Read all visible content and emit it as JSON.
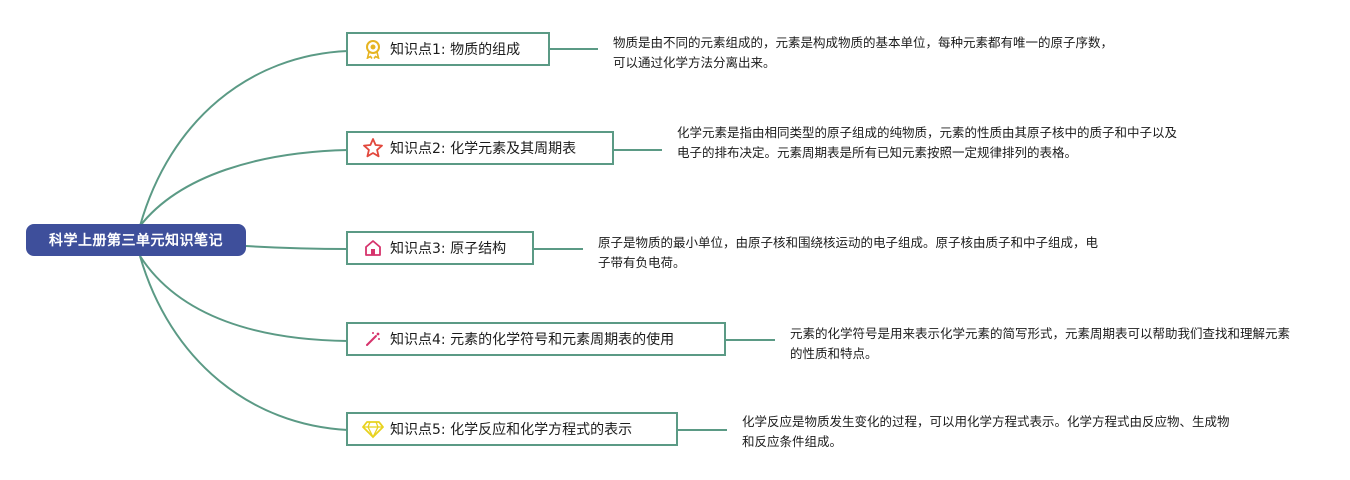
{
  "root": {
    "title": "科学上册第三单元知识笔记"
  },
  "topics": [
    {
      "label": "知识点1: 物质的组成",
      "icon": "medal-icon",
      "description": "物质是由不同的元素组成的，元素是构成物质的基本单位，每种元素都有唯一的原子序数，可以通过化学方法分离出来。"
    },
    {
      "label": "知识点2: 化学元素及其周期表",
      "icon": "star-icon",
      "description": "化学元素是指由相同类型的原子组成的纯物质，元素的性质由其原子核中的质子和中子以及电子的排布决定。元素周期表是所有已知元素按照一定规律排列的表格。"
    },
    {
      "label": "知识点3: 原子结构",
      "icon": "home-icon",
      "description": "原子是物质的最小单位，由原子核和围绕核运动的电子组成。原子核由质子和中子组成，电子带有负电荷。"
    },
    {
      "label": "知识点4: 元素的化学符号和元素周期表的使用",
      "icon": "magic-wand-icon",
      "description": "元素的化学符号是用来表示化学元素的简写形式，元素周期表可以帮助我们查找和理解元素的性质和特点。"
    },
    {
      "label": "知识点5: 化学反应和化学方程式的表示",
      "icon": "diamond-icon",
      "description": "化学反应是物质发生变化的过程，可以用化学方程式表示。化学方程式由反应物、生成物和反应条件组成。"
    }
  ],
  "colors": {
    "root_fill": "#3e4f9b",
    "connector": "#5b9a85",
    "medal": "#e6b422",
    "star": "#e2483d",
    "home": "#d6336c",
    "wand": "#d6336c",
    "diamond": "#e8d21f"
  }
}
